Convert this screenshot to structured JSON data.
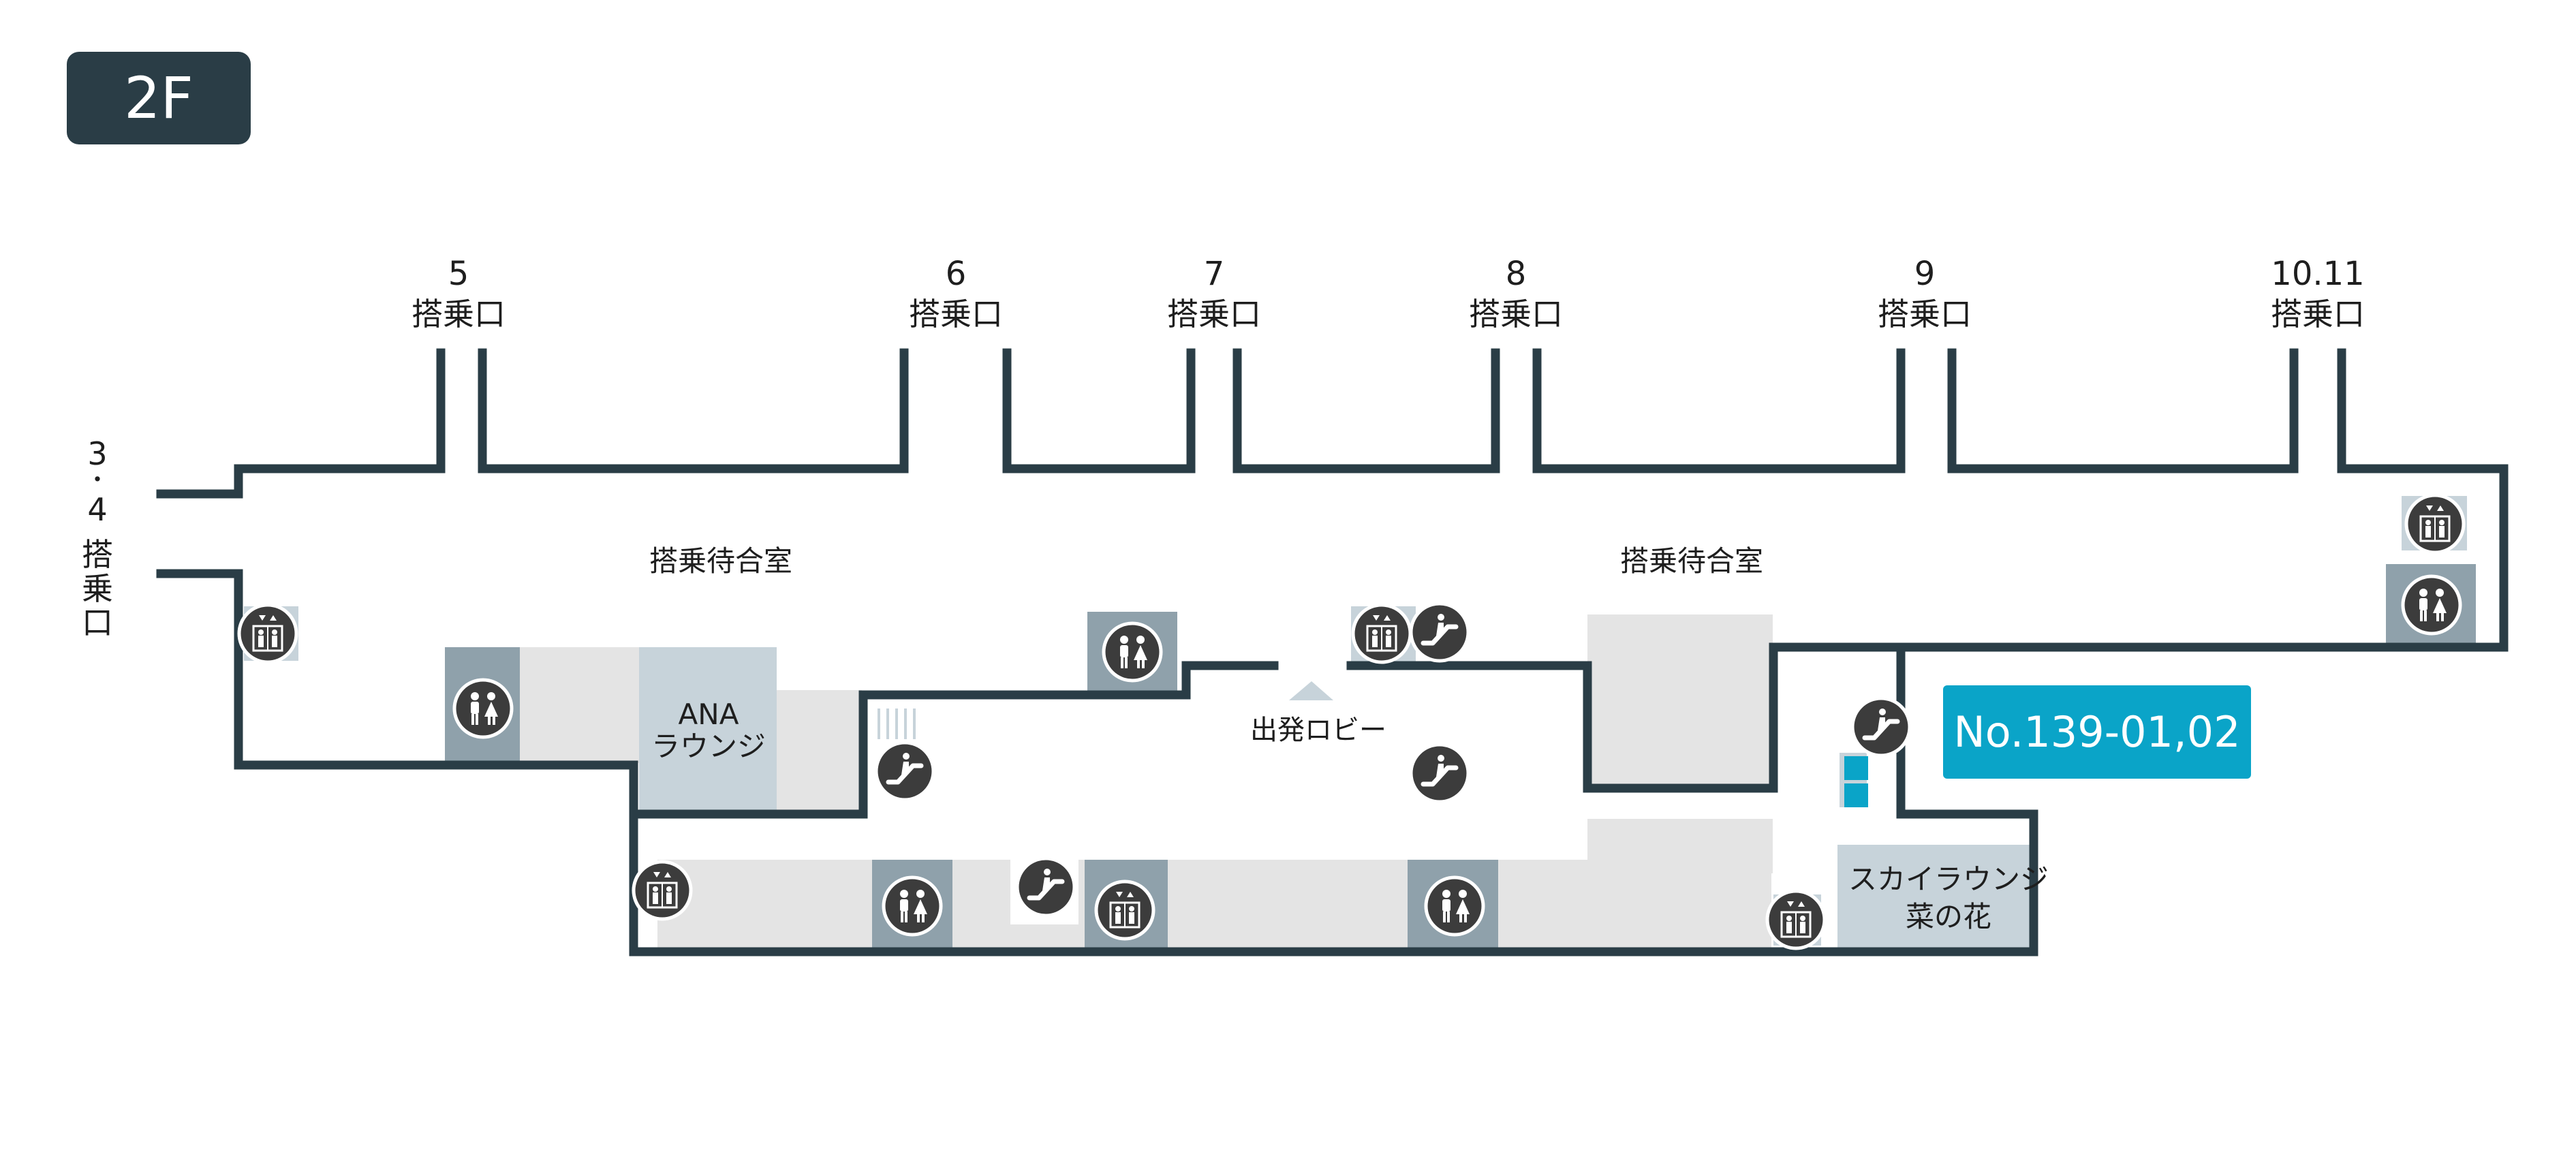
{
  "floor": {
    "label": "2F"
  },
  "gates": [
    {
      "number": "5",
      "label": "搭乗口"
    },
    {
      "number": "6",
      "label": "搭乗口"
    },
    {
      "number": "7",
      "label": "搭乗口"
    },
    {
      "number": "8",
      "label": "搭乗口"
    },
    {
      "number": "9",
      "label": "搭乗口"
    },
    {
      "number": "10.11",
      "label": "搭乗口"
    }
  ],
  "side_gate": {
    "number_top": "3",
    "dot": "・",
    "number_bottom": "4",
    "chars": [
      "搭",
      "乗",
      "口"
    ]
  },
  "areas": {
    "waiting_left": "搭乗待合室",
    "waiting_right": "搭乗待合室",
    "ana_lounge_line1": "ANA",
    "ana_lounge_line2": "ラウンジ",
    "departure_lobby": "出発ロビー",
    "sky_lounge_line1": "スカイラウンジ",
    "sky_lounge_line2": "菜の花"
  },
  "highlight": {
    "label": "No.139-01,02",
    "color": "#0aa4c8"
  },
  "colors": {
    "wall": "#2a3d46",
    "icon_bg": "#3c3c3c",
    "room_restroom": "#8fa1ab",
    "room_light": "#e4e4e4",
    "room_lounge": "#c7d3da",
    "floor_badge": "#2a3d46"
  },
  "icons": [
    "elevator-icon",
    "restroom-icon",
    "escalator-icon"
  ]
}
